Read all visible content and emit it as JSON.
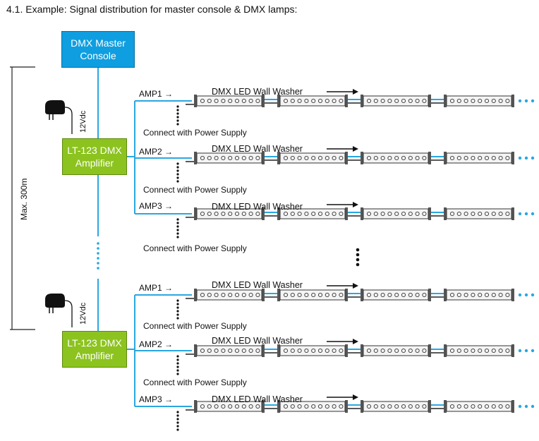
{
  "title": "4.1. Example: Signal distribution for master console & DMX lamps:",
  "master_console": {
    "line1": "DMX Master",
    "line2": "Console"
  },
  "amplifier": {
    "line1": "LT-123 DMX",
    "line2": "Amplifier"
  },
  "max_distance_label": "Max. 300m",
  "power_label": "12Vdc",
  "outputs": [
    "AMP1 →",
    "AMP2 →",
    "AMP3 →",
    "AMP1 →",
    "AMP2 →",
    "AMP3 →"
  ],
  "washer_label": "DMX LED Wall Washer",
  "power_supply_label": "Connect with Power Supply",
  "colors": {
    "master": "#0f9ee0",
    "amplifier": "#8cc31f",
    "signal_line": "#2aa7e0",
    "power_line": "#c0392b"
  }
}
